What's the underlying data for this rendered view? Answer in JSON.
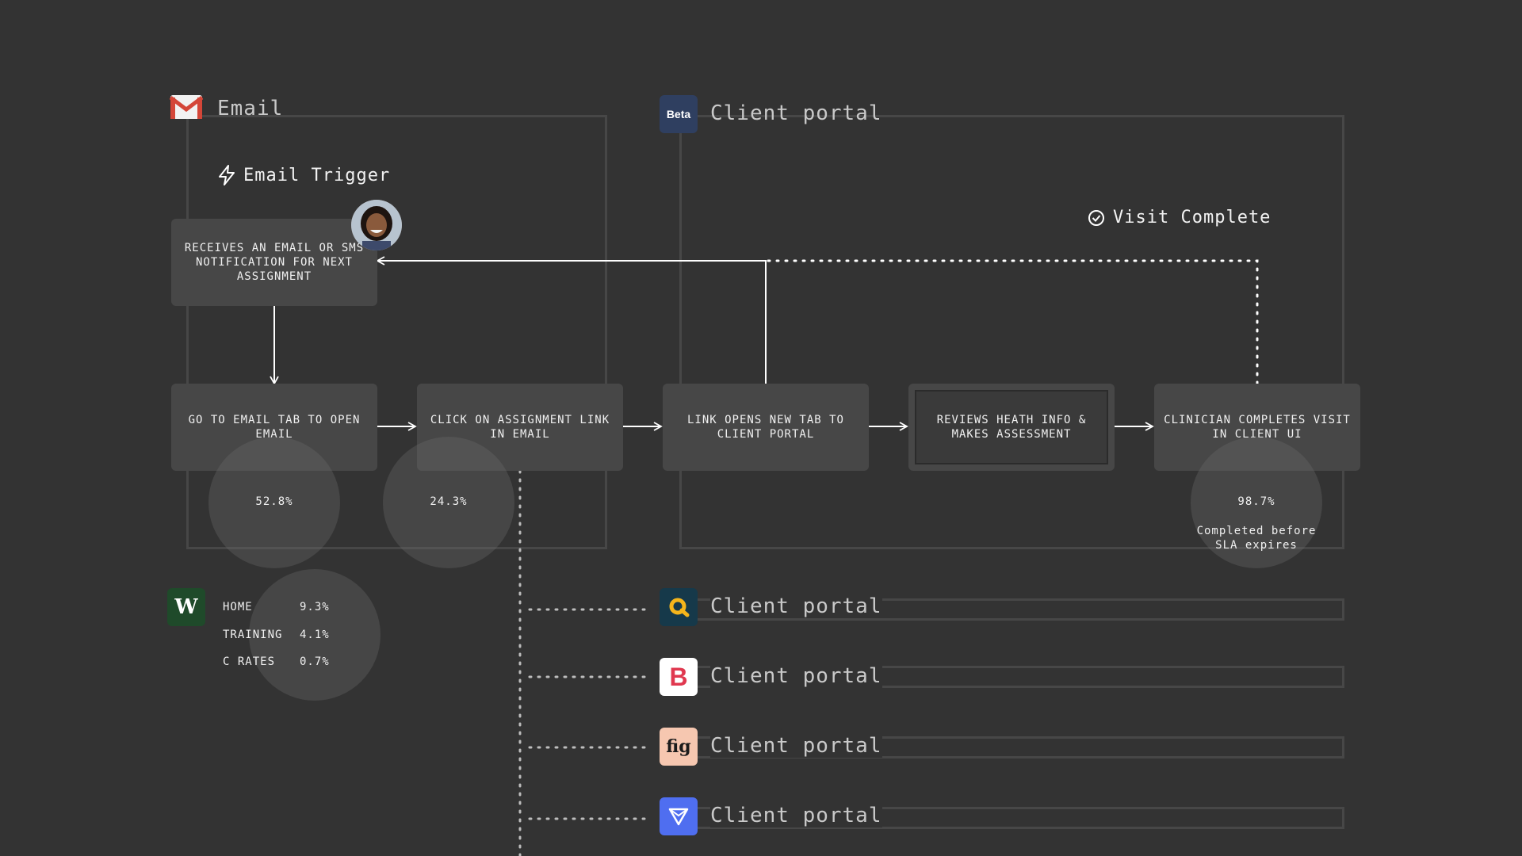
{
  "email_group": {
    "title": "Email",
    "trigger": "Email Trigger"
  },
  "portal_group": {
    "title": "Client portal",
    "logo_text": "Beta",
    "visit_complete": "Visit Complete"
  },
  "nodes": {
    "receive": "RECEIVES AN EMAIL OR SMS NOTIFICATION FOR NEXT ASSIGNMENT",
    "open_email": "GO TO EMAIL TAB TO OPEN EMAIL",
    "click_link": "CLICK ON ASSIGNMENT LINK IN EMAIL",
    "link_opens": "LINK OPENS NEW TAB TO CLIENT PORTAL",
    "reviews": "REVIEWS HEATH INFO & MAKES ASSESSMENT",
    "completes": "CLINICIAN COMPLETES VISIT IN CLIENT UI"
  },
  "metrics": {
    "open_email_pct": "52.8%",
    "click_link_pct": "24.3%",
    "completes_pct": "98.7%",
    "completes_note": "Completed before SLA expires"
  },
  "w_stats": [
    {
      "label": "HOME",
      "value": "9.3%"
    },
    {
      "label": "TRAINING",
      "value": "4.1%"
    },
    {
      "label": "C RATES",
      "value": "0.7%"
    }
  ],
  "portals": [
    {
      "title": "Client portal",
      "icon": "search-pin-icon",
      "color": "#16394a"
    },
    {
      "title": "Client portal",
      "icon": "b-logo-icon",
      "color": "#ffffff"
    },
    {
      "title": "Client portal",
      "icon": "fig-logo-icon",
      "color": "#f6c7b0",
      "logo_text": "fig"
    },
    {
      "title": "Client portal",
      "icon": "triangle-logo-icon",
      "color": "#4f6ef0"
    }
  ],
  "colors": {
    "background": "#333333",
    "node": "#474747",
    "frame": "#474747",
    "gmail_red": "#d44638",
    "w_green": "#1f4a2a"
  }
}
